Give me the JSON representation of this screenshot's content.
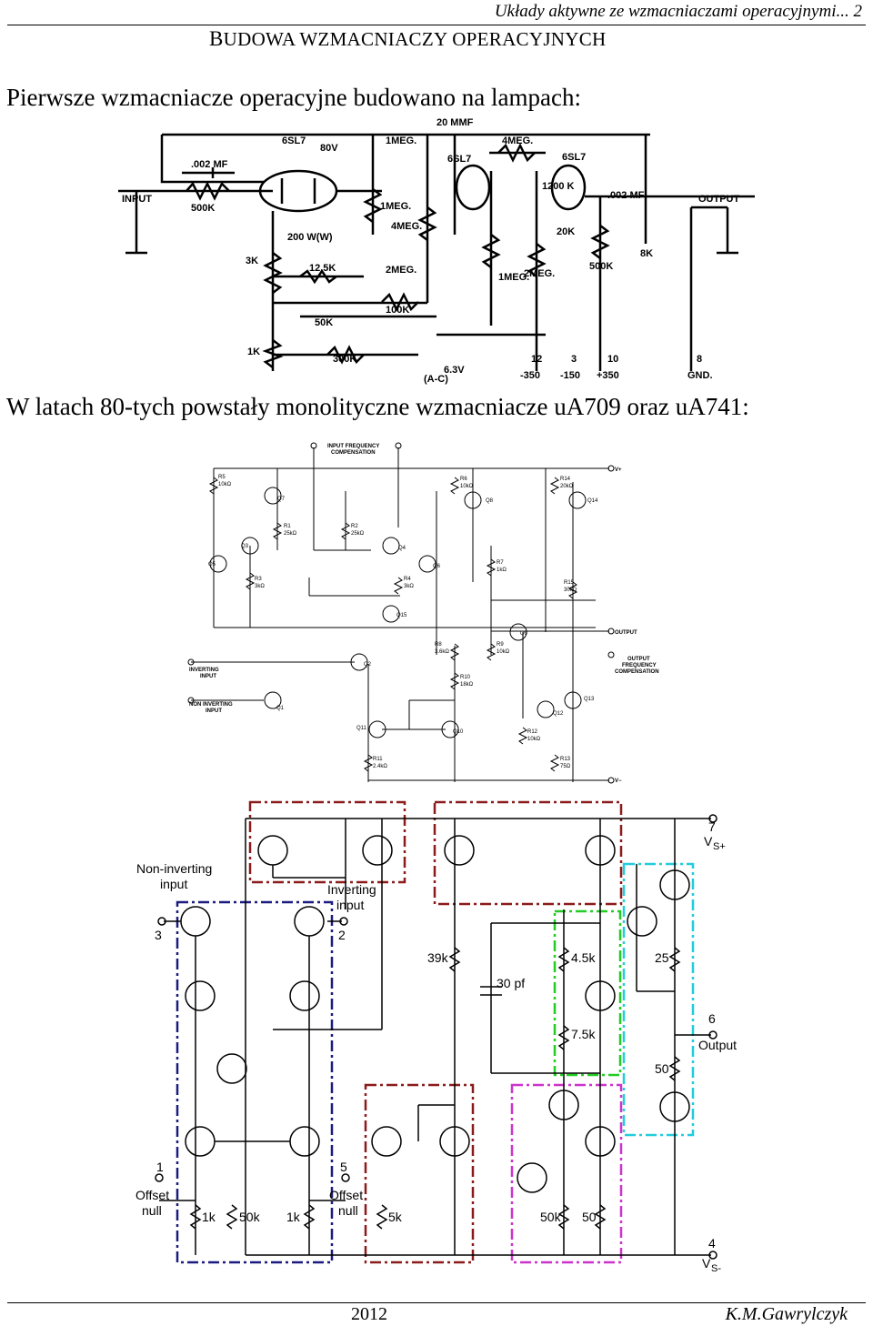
{
  "header": {
    "running_title": "Układy aktywne ze wzmacniaczami operacyjnymi... 2"
  },
  "section": {
    "title_first": "B",
    "title_rest": "UDOWA WZMACNIACZY OPERACYJNYCH"
  },
  "paragraphs": {
    "tube_intro": "Pierwsze wzmacniacze operacyjne budowano na lampach:",
    "ic_intro": "W latach 80-tych powstały monolityczne wzmacniacze uA709 oraz uA741:"
  },
  "tube_schematic": {
    "labels": {
      "input": "INPUT",
      "output": "OUTPUT",
      "cap_in": ".002 MF",
      "r_in": "500K",
      "tube1": "6SL7",
      "r_plate": "80V",
      "r1meg_a": "1MEG.",
      "r1meg_b": "1MEG.",
      "r4meg_a": "4MEG.",
      "r4meg_b": "4MEG.",
      "r1meg_c": "1MEG.",
      "cap_top": "20 MMF",
      "tube2": "6SL7",
      "tube3": "6SL7",
      "r2meg": "2MEG.",
      "r1200k": "1200 K",
      "r20k": "20K",
      "cap_out": ".002 MF",
      "r500k": "500K",
      "r8k": "8K",
      "pot": "200 W(W)",
      "r3k": "3K",
      "r125k": "12.5K",
      "r2meg2": "2MEG.",
      "r50k": "50K",
      "r100k": "100K",
      "r1k": "1K",
      "r300k": "300K",
      "gnd_ac": "(A-C)",
      "v63": "6.3V",
      "term_12": "12",
      "term_3": "3",
      "term_10": "10",
      "term_8": "8",
      "v_m350": "-350",
      "v_m150": "-150",
      "v_p350": "+350",
      "gnd": "GND."
    }
  },
  "ua709_schematic": {
    "labels": {
      "input_freq_comp_1": "INPUT FREQUENCY",
      "input_freq_comp_2": "COMPENSATION",
      "vplus": "V+",
      "vminus": "V−",
      "output": "OUTPUT",
      "output_freq_comp_1": "OUTPUT",
      "output_freq_comp_2": "FREQUENCY",
      "output_freq_comp_3": "COMPENSATION",
      "inverting_1": "INVERTING",
      "inverting_2": "INPUT",
      "noninverting_1": "NON INVERTING",
      "noninverting_2": "INPUT",
      "r5": "R5",
      "r5v": "10kΩ",
      "r1": "R1",
      "r1v": "25kΩ",
      "r2": "R2",
      "r2v": "25kΩ",
      "r3": "R3",
      "r3v": "3kΩ",
      "r4": "R4",
      "r4v": "3kΩ",
      "r6": "R6",
      "r6v": "10kΩ",
      "r7": "R7",
      "r7v": "1kΩ",
      "r8": "R8",
      "r8v": "3.6kΩ",
      "r9": "R9",
      "r9v": "10kΩ",
      "r10": "R10",
      "r10v": "18kΩ",
      "r11": "R11",
      "r11v": "2.4kΩ",
      "r12": "R12",
      "r12v": "10kΩ",
      "r13": "R13",
      "r13v": "75Ω",
      "r14": "R14",
      "r14v": "20kΩ",
      "r15": "R15",
      "r15v": "30kΩ",
      "q1": "Q1",
      "q2": "Q2",
      "q3": "Q3",
      "q4": "Q4",
      "q5": "Q5",
      "q6": "Q6",
      "q7": "Q7",
      "q8": "Q8",
      "q9": "Q9",
      "q10": "Q10",
      "q11": "Q11",
      "q12": "Q12",
      "q13": "Q13",
      "q14": "Q14",
      "q15": "Q15"
    }
  },
  "ua741_schematic": {
    "labels": {
      "noninv_1": "Non-inverting",
      "noninv_2": "input",
      "pin3": "3",
      "inv_1": "Inverting",
      "inv_2": "input",
      "pin2": "2",
      "pin7": "7",
      "vs_plus": "V",
      "vs_plus_sub": "S+",
      "r39k": "39k",
      "c30pf": "30 pf",
      "r45k": "4.5k",
      "r75k": "7.5k",
      "r25": "25",
      "pin6": "6",
      "output": "Output",
      "r50": "50",
      "pin1": "1",
      "offset_1a": "Offset",
      "offset_1b": "null",
      "pin5": "5",
      "offset_5a": "Offset",
      "offset_5b": "null",
      "r1k_a": "1k",
      "r50k_a": "50k",
      "r1k_b": "1k",
      "r5k": "5k",
      "r50k_b": "50k",
      "r50_b": "50",
      "pin4": "4",
      "vs_minus": "V",
      "vs_minus_sub": "S-"
    },
    "box_colors": {
      "darkred": "#8b1a1a",
      "navy": "#1a1a80",
      "green": "#22cc22",
      "cyan": "#22ccdd",
      "magenta": "#cc33cc"
    }
  },
  "footer": {
    "year": "2012",
    "author": "K.M.Gawrylczyk"
  }
}
